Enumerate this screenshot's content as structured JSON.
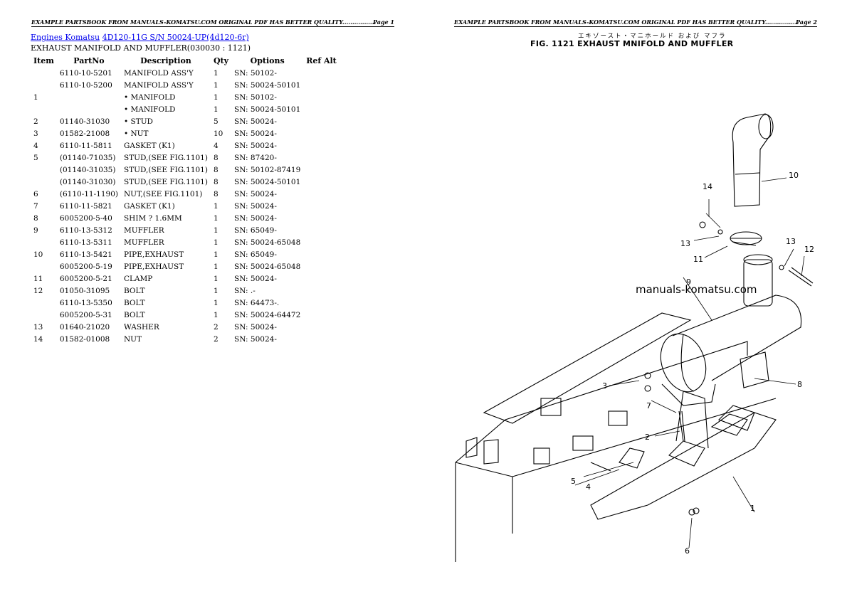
{
  "header_left": {
    "text": "EXAMPLE PARTSBOOK FROM MANUALS-KOMATSU.COM ORIGINAL PDF HAS BETTER QUALITY.................",
    "page": "Page 1"
  },
  "header_right": {
    "text": "EXAMPLE PARTSBOOK FROM MANUALS-KOMATSU.COM ORIGINAL PDF HAS BETTER QUALITY.................",
    "page": "Page 2"
  },
  "breadcrumb": {
    "link1": "Engines Komatsu",
    "link2": "4D120-11G S/N 50024-UP(4d120-6r)"
  },
  "subtitle": "EXHAUST MANIFOLD AND MUFFLER(030030 : 1121)",
  "columns": [
    "Item",
    "PartNo",
    "Description",
    "Qty",
    "Options",
    "Ref Alt"
  ],
  "rows": [
    [
      "",
      "6110-10-5201",
      "MANIFOLD ASS'Y",
      "1",
      "SN: 50102-",
      ""
    ],
    [
      "",
      "6110-10-5200",
      "MANIFOLD ASS'Y",
      "1",
      "SN: 50024-50101",
      ""
    ],
    [
      "1",
      "",
      "• MANIFOLD",
      "1",
      "SN: 50102-",
      ""
    ],
    [
      "",
      "",
      "• MANIFOLD",
      "1",
      "SN: 50024-50101",
      ""
    ],
    [
      "2",
      "01140-31030",
      "• STUD",
      "5",
      "SN: 50024-",
      ""
    ],
    [
      "3",
      "01582-21008",
      "• NUT",
      "10",
      "SN: 50024-",
      ""
    ],
    [
      "4",
      "6110-11-5811",
      "GASKET (K1)",
      "4",
      "SN: 50024-",
      ""
    ],
    [
      "5",
      "(01140-71035)",
      "STUD,(SEE FIG.1101)",
      "8",
      "SN: 87420-",
      ""
    ],
    [
      "",
      "(01140-31035)",
      "STUD,(SEE FIG.1101)",
      "8",
      "SN: 50102-87419",
      ""
    ],
    [
      "",
      "(01140-31030)",
      "STUD,(SEE FIG.1101)",
      "8",
      "SN: 50024-50101",
      ""
    ],
    [
      "6",
      "(6110-11-1190)",
      "NUT,(SEE FIG.1101)",
      "8",
      "SN: 50024-",
      ""
    ],
    [
      "7",
      "6110-11-5821",
      "GASKET (K1)",
      "1",
      "SN: 50024-",
      ""
    ],
    [
      "8",
      "6005200-5-40",
      "SHIM ? 1.6MM",
      "1",
      "SN: 50024-",
      ""
    ],
    [
      "9",
      "6110-13-5312",
      "MUFFLER",
      "1",
      "SN: 65049-",
      ""
    ],
    [
      "",
      "6110-13-5311",
      "MUFFLER",
      "1",
      "SN: 50024-65048",
      ""
    ],
    [
      "10",
      "6110-13-5421",
      "PIPE,EXHAUST",
      "1",
      "SN: 65049-",
      ""
    ],
    [
      "",
      "6005200-5-19",
      "PIPE,EXHAUST",
      "1",
      "SN: 50024-65048",
      ""
    ],
    [
      "11",
      "6005200-5-21",
      "CLAMP",
      "1",
      "SN: 50024-",
      ""
    ],
    [
      "12",
      "01050-31095",
      "BOLT",
      "1",
      "SN: .-",
      ""
    ],
    [
      "",
      "6110-13-5350",
      "BOLT",
      "1",
      "SN: 64473-.",
      ""
    ],
    [
      "",
      "6005200-5-31",
      "BOLT",
      "1",
      "SN: 50024-64472",
      ""
    ],
    [
      "13",
      "01640-21020",
      "WASHER",
      "2",
      "SN: 50024-",
      ""
    ],
    [
      "14",
      "01582-01008",
      "NUT",
      "2",
      "SN: 50024-",
      ""
    ]
  ],
  "figure": {
    "title": "FIG. 1121  EXHAUST MNIFOLD AND MUFFLER",
    "japanese": "エキゾースト・マニホールド および マフラ",
    "watermark": "manuals-komatsu.com",
    "callouts": [
      "1",
      "2",
      "3",
      "4",
      "5",
      "6",
      "7",
      "8",
      "9",
      "10",
      "11",
      "12",
      "13",
      "13",
      "14"
    ]
  }
}
